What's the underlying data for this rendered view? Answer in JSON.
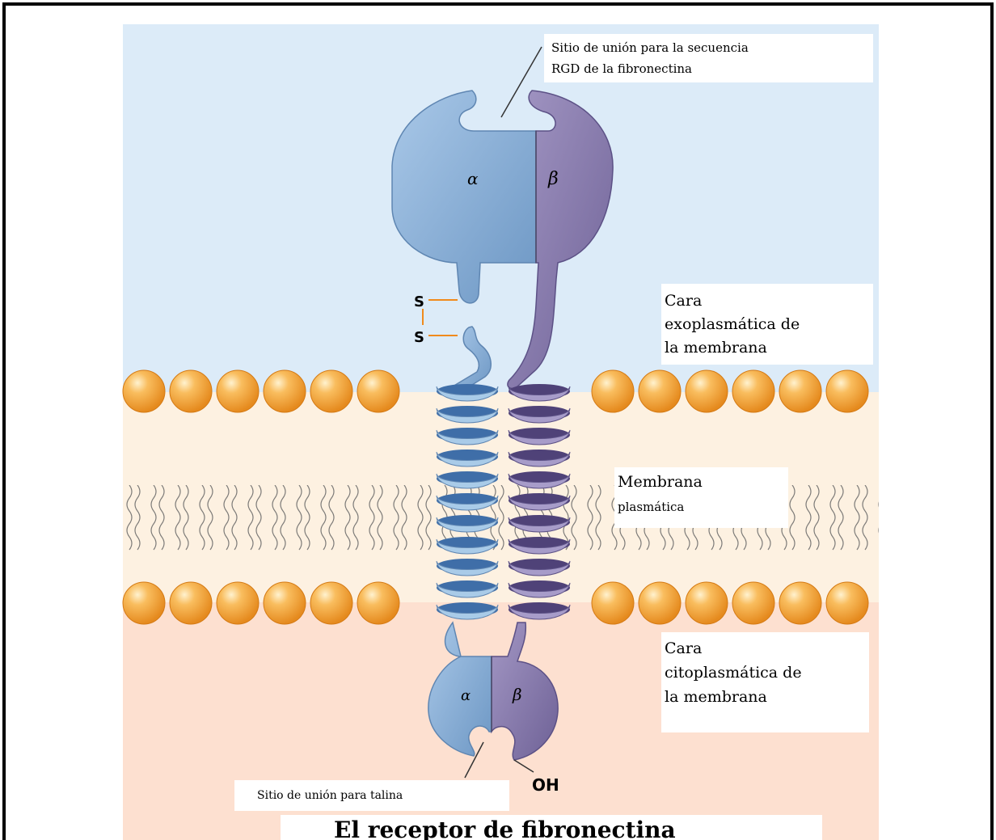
{
  "labels": {
    "binding_rgd_line1": "Sitio de unión para la secuencia",
    "binding_rgd_line2": "RGD de la fibronectina",
    "alpha_top": "α",
    "beta_top": "β",
    "disulfide_s1": "S",
    "disulfide_s2": "S",
    "exoplasmic_line1": "Cara",
    "exoplasmic_line2": "exoplasmática de",
    "exoplasmic_line3": "la membrana",
    "membrane_line1": "Membrana",
    "membrane_line2": "plasmática",
    "cytoplasmic_line1": "Cara",
    "cytoplasmic_line2": "citoplasmática de",
    "cytoplasmic_line3": "la membrana",
    "alpha_bottom": "α",
    "beta_bottom": "β",
    "talin_site": "Sitio de unión para talina",
    "oh": "OH",
    "title": "El receptor de fibronectina"
  },
  "colors": {
    "extracellular": "#dcebf8",
    "membrane_core": "#fdf1e1",
    "cytoplasm": "#fde0d0",
    "lipid_head": "#f5a83a",
    "alpha_subunit": "#8fb5dc",
    "beta_subunit": "#8a7fb0",
    "disulfide_bond": "#f08a1c"
  }
}
